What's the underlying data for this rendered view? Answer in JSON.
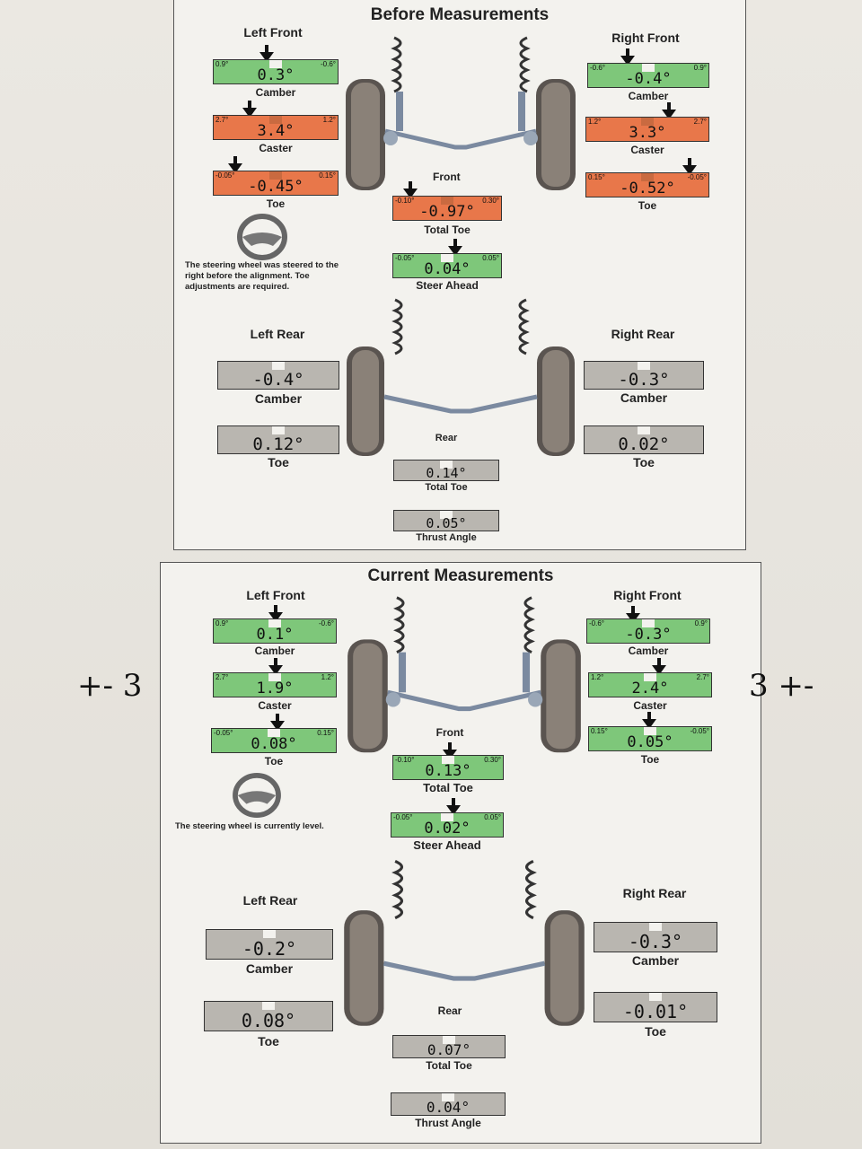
{
  "before": {
    "title": "Before Measurements",
    "front_label": "Front",
    "rear_label": "Rear",
    "left_front": {
      "heading": "Left Front",
      "camber": {
        "label": "Camber",
        "value": "0.3°",
        "min": "0.9°",
        "max": "-0.6°"
      },
      "caster": {
        "label": "Caster",
        "value": "3.4°",
        "min": "2.7°",
        "max": "1.2°"
      },
      "toe": {
        "label": "Toe",
        "value": "-0.45°",
        "min": "-0.05°",
        "max": "0.15°"
      }
    },
    "right_front": {
      "heading": "Right Front",
      "camber": {
        "label": "Camber",
        "value": "-0.4°",
        "min": "-0.6°",
        "max": "0.9°"
      },
      "caster": {
        "label": "Caster",
        "value": "3.3°",
        "min": "1.2°",
        "max": "2.7°"
      },
      "toe": {
        "label": "Toe",
        "value": "-0.52°",
        "min": "0.15°",
        "max": "-0.05°"
      }
    },
    "total_toe": {
      "label": "Total Toe",
      "value": "-0.97°",
      "min": "-0.10°",
      "max": "0.30°"
    },
    "steer_ahead": {
      "label": "Steer Ahead",
      "value": "0.04°",
      "min": "-0.05°",
      "max": "0.05°"
    },
    "note": "The steering wheel was steered to the right before the alignment. Toe adjustments are required.",
    "left_rear": {
      "heading": "Left Rear",
      "camber": {
        "label": "Camber",
        "value": "-0.4°"
      },
      "toe": {
        "label": "Toe",
        "value": "0.12°"
      }
    },
    "right_rear": {
      "heading": "Right Rear",
      "camber": {
        "label": "Camber",
        "value": "-0.3°"
      },
      "toe": {
        "label": "Toe",
        "value": "0.02°"
      }
    },
    "rear_total_toe": {
      "label": "Total Toe",
      "value": "0.14°"
    },
    "thrust_angle": {
      "label": "Thrust Angle",
      "value": "0.05°"
    }
  },
  "current": {
    "title": "Current Measurements",
    "front_label": "Front",
    "rear_label": "Rear",
    "left_front": {
      "heading": "Left Front",
      "camber": {
        "label": "Camber",
        "value": "0.1°",
        "min": "0.9°",
        "max": "-0.6°"
      },
      "caster": {
        "label": "Caster",
        "value": "1.9°",
        "min": "2.7°",
        "max": "1.2°"
      },
      "toe": {
        "label": "Toe",
        "value": "0.08°",
        "min": "-0.05°",
        "max": "0.15°"
      }
    },
    "right_front": {
      "heading": "Right Front",
      "camber": {
        "label": "Camber",
        "value": "-0.3°",
        "min": "-0.6°",
        "max": "0.9°"
      },
      "caster": {
        "label": "Caster",
        "value": "2.4°",
        "min": "1.2°",
        "max": "2.7°"
      },
      "toe": {
        "label": "Toe",
        "value": "0.05°",
        "min": "0.15°",
        "max": "-0.05°"
      }
    },
    "total_toe": {
      "label": "Total Toe",
      "value": "0.13°",
      "min": "-0.10°",
      "max": "0.30°"
    },
    "steer_ahead": {
      "label": "Steer Ahead",
      "value": "0.02°",
      "min": "-0.05°",
      "max": "0.05°"
    },
    "note": "The steering wheel is currently level.",
    "left_rear": {
      "heading": "Left Rear",
      "camber": {
        "label": "Camber",
        "value": "-0.2°"
      },
      "toe": {
        "label": "Toe",
        "value": "0.08°"
      }
    },
    "right_rear": {
      "heading": "Right Rear",
      "camber": {
        "label": "Camber",
        "value": "-0.3°"
      },
      "toe": {
        "label": "Toe",
        "value": "-0.01°"
      }
    },
    "rear_total_toe": {
      "label": "Total Toe",
      "value": "0.07°"
    },
    "thrust_angle": {
      "label": "Thrust Angle",
      "value": "0.04°"
    }
  },
  "handwriting": {
    "left": "+- 3",
    "right": "3 +-"
  },
  "colors": {
    "in_spec": "#7ec77a",
    "out_of_spec": "#e8774a",
    "neutral": "#b9b6b0"
  }
}
